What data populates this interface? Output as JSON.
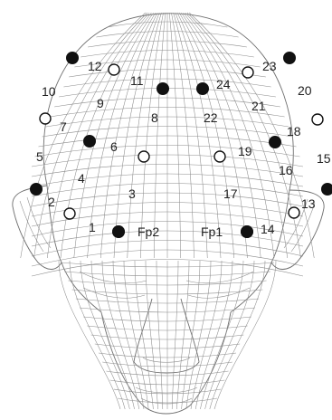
{
  "colors": {
    "mesh": "#8c8c8c",
    "electrode_filled": "#111111",
    "electrode_open": "#ffffff",
    "label": "#222222"
  },
  "electrodes": [
    {
      "id": "e1",
      "label": "1",
      "type": "filled"
    },
    {
      "id": "e2",
      "label": "2",
      "type": "open"
    },
    {
      "id": "e3",
      "label": "3",
      "type": "none"
    },
    {
      "id": "e4",
      "label": "4",
      "type": "none"
    },
    {
      "id": "e5",
      "label": "5",
      "type": "filled"
    },
    {
      "id": "e6",
      "label": "6",
      "type": "open"
    },
    {
      "id": "e7",
      "label": "7",
      "type": "open"
    },
    {
      "id": "e8",
      "label": "8",
      "type": "none"
    },
    {
      "id": "e9",
      "label": "9",
      "type": "filled"
    },
    {
      "id": "e10",
      "label": "10",
      "type": "none"
    },
    {
      "id": "e11",
      "label": "11",
      "type": "filled"
    },
    {
      "id": "e12",
      "label": "12",
      "type": "filled"
    },
    {
      "id": "e12b",
      "label": "",
      "type": "open"
    },
    {
      "id": "e13",
      "label": "13",
      "type": "open"
    },
    {
      "id": "e14",
      "label": "14",
      "type": "filled"
    },
    {
      "id": "e15",
      "label": "15",
      "type": "filled"
    },
    {
      "id": "e16",
      "label": "16",
      "type": "none"
    },
    {
      "id": "e17",
      "label": "17",
      "type": "none"
    },
    {
      "id": "e18",
      "label": "18",
      "type": "filled"
    },
    {
      "id": "e19",
      "label": "19",
      "type": "open"
    },
    {
      "id": "e20",
      "label": "20",
      "type": "open"
    },
    {
      "id": "e21",
      "label": "21",
      "type": "none"
    },
    {
      "id": "e22",
      "label": "22",
      "type": "none"
    },
    {
      "id": "e23",
      "label": "23",
      "type": "filled"
    },
    {
      "id": "e23b",
      "label": "",
      "type": "open"
    },
    {
      "id": "e24",
      "label": "24",
      "type": "filled"
    },
    {
      "id": "fp2",
      "label": "Fp2",
      "type": "filled"
    },
    {
      "id": "fp1",
      "label": "Fp1",
      "type": "filled"
    }
  ]
}
